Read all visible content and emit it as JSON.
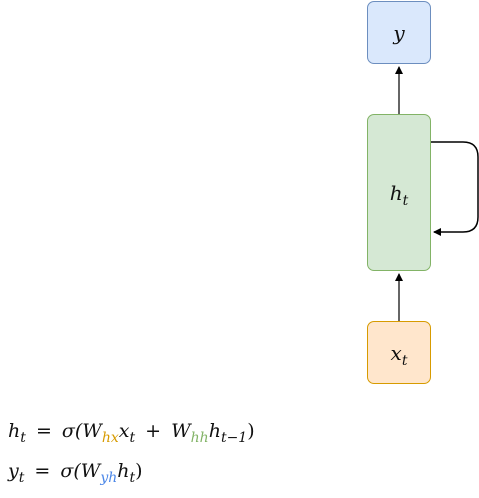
{
  "diagram": {
    "nodes": {
      "output": {
        "label": "y",
        "fill": "#dae8fc",
        "stroke": "#6c8ebf"
      },
      "hidden": {
        "label": "h",
        "sub": "t",
        "fill": "#d5e8d4",
        "stroke": "#82b366"
      },
      "input": {
        "label": "x",
        "sub": "t",
        "fill": "#ffe6cc",
        "stroke": "#d79b00"
      }
    },
    "edges": [
      {
        "from": "input",
        "to": "hidden"
      },
      {
        "from": "hidden",
        "to": "output"
      },
      {
        "from": "hidden",
        "to": "hidden",
        "kind": "recurrent-loop"
      }
    ]
  },
  "equations": {
    "hidden": {
      "lhs": "h",
      "lhs_sub": "t",
      "eq": "=",
      "sigma": "σ(",
      "w1": "W",
      "w1_sub": "hx",
      "w1_sub_color": "#d79b00",
      "term1": "x",
      "term1_sub": "t",
      "plus": "+",
      "w2": "W",
      "w2_sub": "hh",
      "w2_sub_color": "#82b366",
      "term2": "h",
      "term2_sub": "t−1",
      "close": ")"
    },
    "output": {
      "lhs": "y",
      "lhs_sub": "t",
      "eq": "=",
      "sigma": "σ(",
      "w1": "W",
      "w1_sub": "yh",
      "w1_sub_color": "#4a86e8",
      "term1": "h",
      "term1_sub": "t",
      "close": ")"
    }
  }
}
